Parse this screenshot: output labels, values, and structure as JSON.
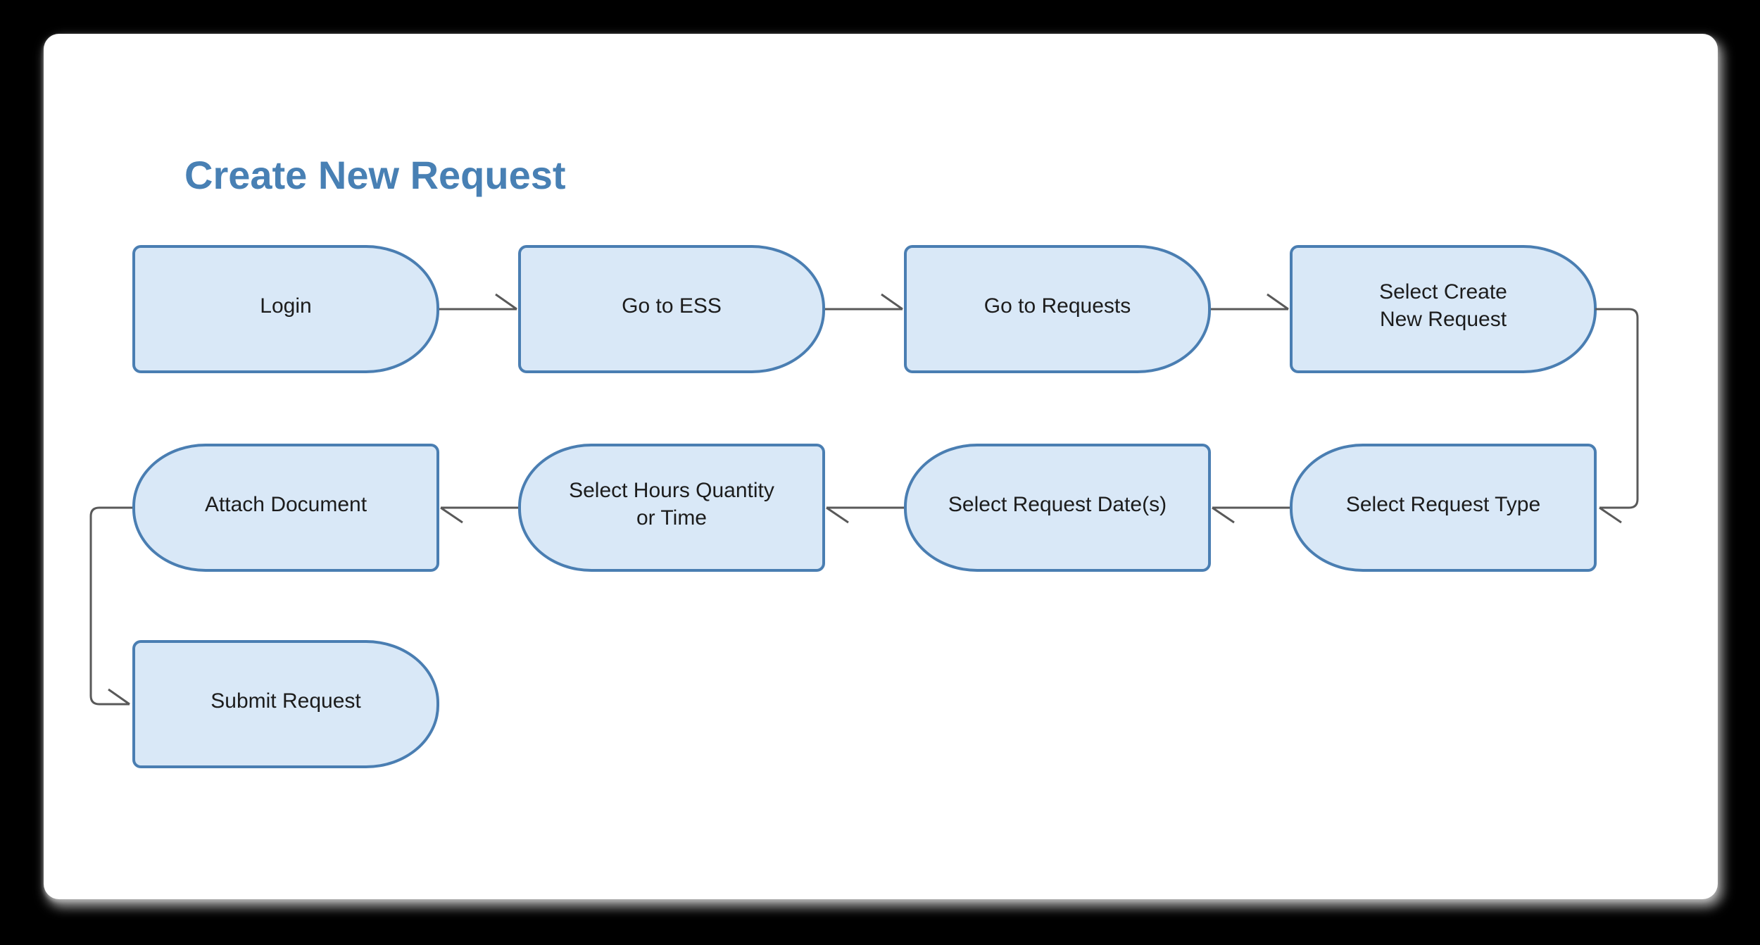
{
  "title": "Create New Request",
  "colors": {
    "page_bg": "#000000",
    "card_bg": "#ffffff",
    "title": "#4880b4",
    "node_fill": "#d9e8f7",
    "node_border": "#4a7eb2",
    "node_text": "#1c1c1c",
    "connector": "#595959"
  },
  "nodes": [
    {
      "id": "login",
      "label": "Login"
    },
    {
      "id": "go-to-ess",
      "label": "Go to ESS"
    },
    {
      "id": "go-to-requests",
      "label": "Go to Requests"
    },
    {
      "id": "select-create-new-request",
      "label": "Select Create\nNew Request"
    },
    {
      "id": "select-request-type",
      "label": "Select Request Type"
    },
    {
      "id": "select-request-dates",
      "label": "Select Request Date(s)"
    },
    {
      "id": "select-hours-quantity-or-time",
      "label": "Select Hours Quantity\nor Time"
    },
    {
      "id": "attach-document",
      "label": "Attach Document"
    },
    {
      "id": "submit-request",
      "label": "Submit Request"
    }
  ],
  "connections": [
    {
      "from": "Login",
      "to": "Go to ESS"
    },
    {
      "from": "Go to ESS",
      "to": "Go to Requests"
    },
    {
      "from": "Go to Requests",
      "to": "Select Create New Request"
    },
    {
      "from": "Select Create New Request",
      "to": "Select Request Type"
    },
    {
      "from": "Select Request Type",
      "to": "Select Request Date(s)"
    },
    {
      "from": "Select Request Date(s)",
      "to": "Select Hours Quantity or Time"
    },
    {
      "from": "Select Hours Quantity or Time",
      "to": "Attach Document"
    },
    {
      "from": "Attach Document",
      "to": "Submit Request"
    }
  ]
}
